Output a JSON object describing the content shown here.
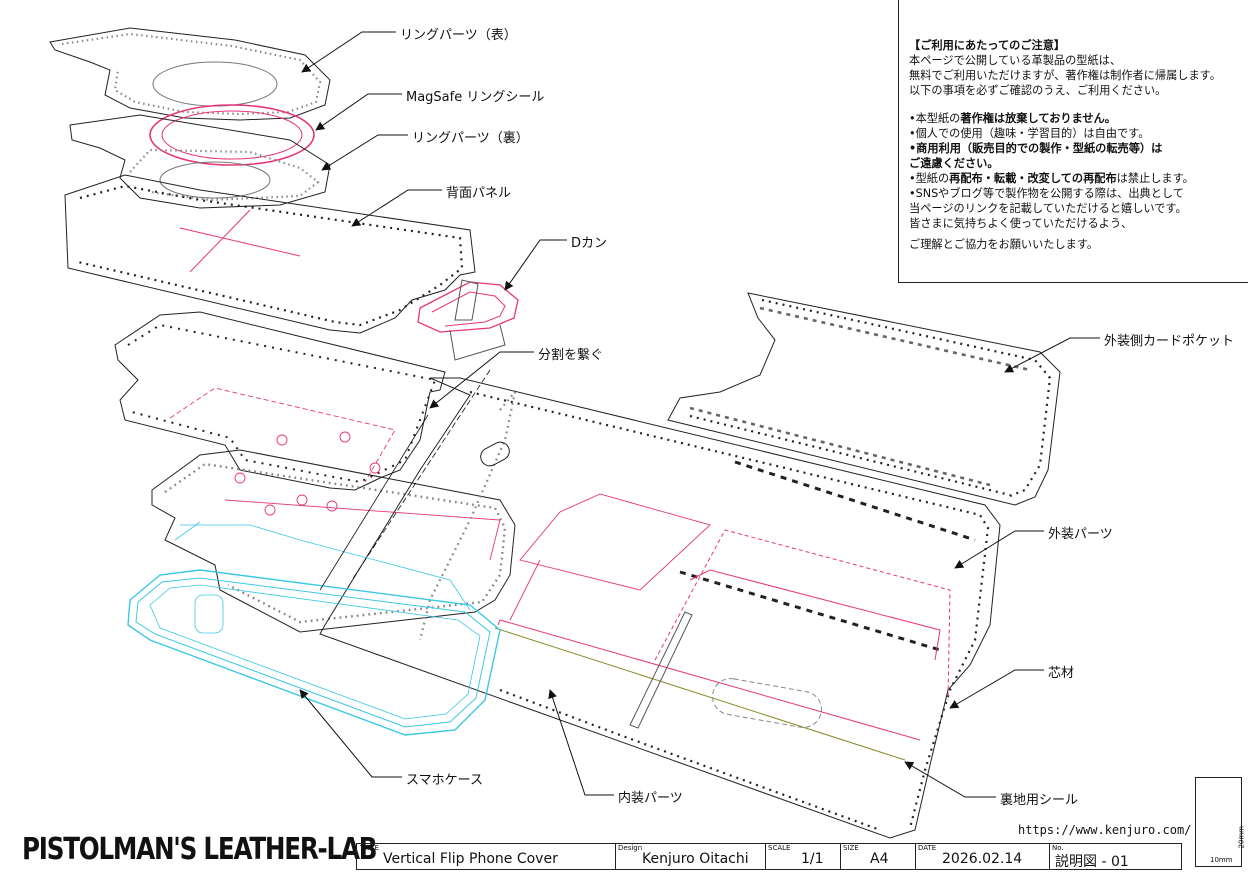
{
  "notice": {
    "title": "【ご利用にあたってのご注意】",
    "lines": [
      "本ページで公開している革製品の型紙は、",
      "無料でご利用いただけますが、著作権は制作者に帰属します。",
      "以下の事項を必ずご確認のうえ、ご利用ください。"
    ],
    "rule1_prefix": "•本型紙の",
    "rule1_bold": "著作権は放棄しておりません。",
    "rule2": "•個人での使用（趣味・学習目的）は自由です。",
    "rule3_bold1": "•商用利用（販売目的での製作・型紙の転売等）は",
    "rule3_bold2": "ご遠慮ください。",
    "rule4_a": "•型紙の",
    "rule4_b": "再配布・転載・改変しての再配布",
    "rule4_c": "は禁止します。",
    "rule5": [
      "•SNSやブログ等で製作物を公開する際は、出典として",
      "当ページのリンクを記載していただけると嬉しいです。",
      "皆さまに気持ちよく使っていただけるよう、"
    ],
    "closing": "ご理解とご協力をお願いいたします。"
  },
  "labels": {
    "ring_front": "リングパーツ（表）",
    "magsafe_seal": "MagSafe リングシール",
    "ring_back": "リングパーツ（裏）",
    "back_panel": "背面パネル",
    "d_ring": "Dカン",
    "join_split": "分割を繋ぐ",
    "outer_card_pocket": "外装側カードポケット",
    "outer_parts": "外装パーツ",
    "core_material": "芯材",
    "lining_seal": "裏地用シール",
    "inner_parts": "内装パーツ",
    "phone_case": "スマホケース"
  },
  "footer": {
    "brand": "PISTOLMAN'S LEATHER-LAB",
    "url": "https://www.kenjuro.com/",
    "title_caption": "TITLE",
    "title": "Vertical Flip Phone Cover",
    "design_caption": "Design",
    "designer": "Kenjuro Oitachi",
    "scale_caption": "SCALE",
    "scale": "1/1",
    "size_caption": "SIZE",
    "size": "A4",
    "date_caption": "DATE",
    "date": "2026.02.14",
    "no_caption": "No.",
    "number": "説明図 - 01",
    "scale_box_vertical": "20mm",
    "scale_box_horizontal": "10mm"
  },
  "colors": {
    "line": "#222222",
    "accent_pink": "#e8357a",
    "case_cyan": "#3cc8e6",
    "core_olive": "#8a8a2a",
    "hole_gray": "#888888"
  }
}
